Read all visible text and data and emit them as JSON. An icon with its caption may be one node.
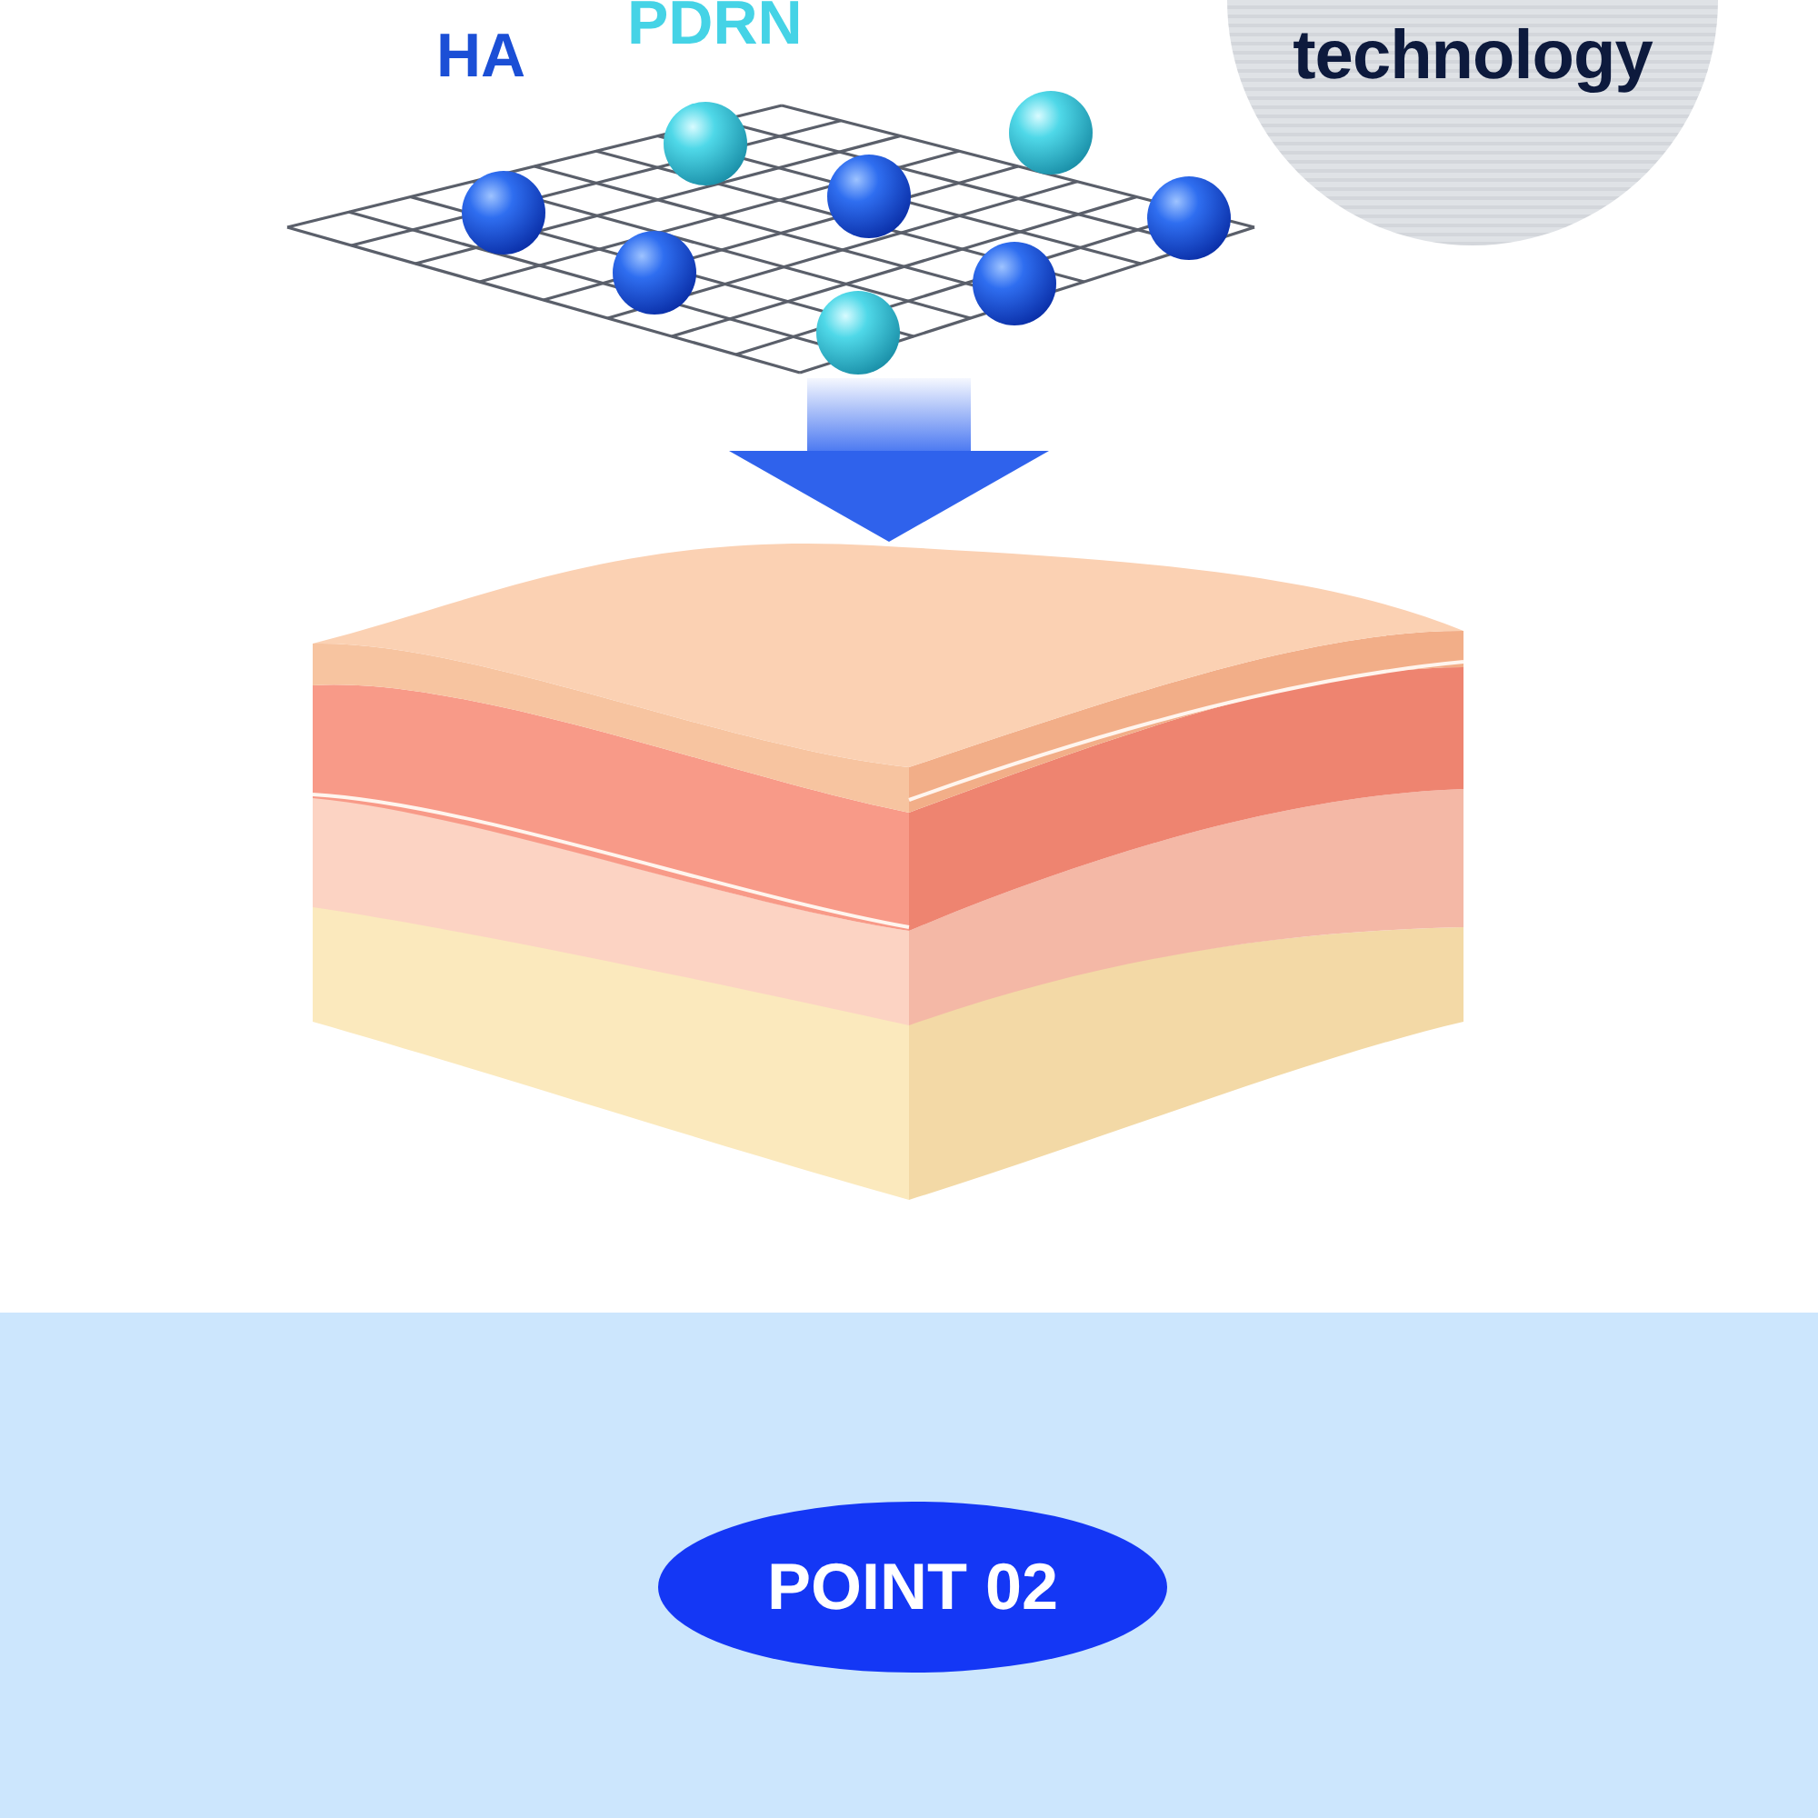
{
  "diagram": {
    "nodes": [
      {
        "text": [
          "technology"
        ]
      },
      {
        "text": [],
        "shape": "picture"
      },
      {
        "text": [],
        "shape": "picture"
      },
      {
        "text": [
          "POINT 02"
        ]
      }
    ],
    "edges": [
      {
        "from": 1,
        "to": 2,
        "arrow": "to"
      }
    ],
    "labels": [
      "HA",
      "PDRN"
    ]
  }
}
